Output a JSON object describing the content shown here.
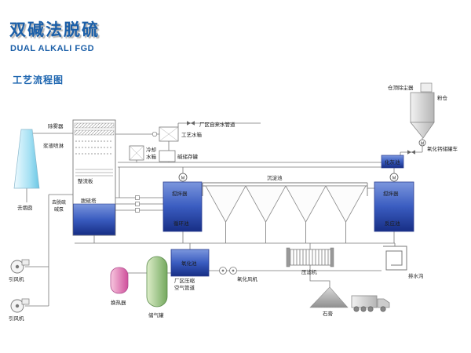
{
  "header": {
    "title": "双碱法脱硫",
    "subtitle": "DUAL ALKALI FGD",
    "section": "工艺流程图"
  },
  "labels": {
    "to_chimney": "去烟囱",
    "demister": "除雾器",
    "slurry_spray": "浆液喷淋",
    "rectifier_plate": "整流板",
    "desulfurization_tower": "脱硫塔",
    "to_desulf_l1": "去脱硫",
    "to_desulf_l2": "碱泵",
    "process_water_tank": "工艺水箱",
    "plant_tap_water_pipe": "厂区自来水管道",
    "cooling_l1": "冷却",
    "cooling_l2": "水箱",
    "alkali_storage_tank": "碱储存罐",
    "sedimentation_pool": "沉淀池",
    "agitator": "搅拌器",
    "circulation_pool": "循环池",
    "reaction_pool": "反应池",
    "oxidation_pool": "氧化池",
    "oxidation_fan": "氧化风机",
    "filter_press": "压滤机",
    "drain_ditch": "排水沟",
    "gypsum": "石膏",
    "silo_dust_collector": "仓顶除尘器",
    "powder_silo": "粉仓",
    "cao_tank_truck": "氧化钙储罐车",
    "lime_pool": "化灰池",
    "id_fan": "引风机",
    "heat_exchanger": "换热器",
    "gas_tank": "储气罐",
    "compressed_air_l1": "厂区压缩",
    "compressed_air_l2": "空气管道",
    "motor": "M"
  },
  "colors": {
    "title_blue": "#1b5fa8",
    "tank_blue": "#3a5cc0",
    "chimney_cyan": "#a8e2f4",
    "heat_exchanger_pink": "#cf4f9b",
    "gas_tank_green": "#74a85e",
    "pipe_gray": "#787878"
  }
}
